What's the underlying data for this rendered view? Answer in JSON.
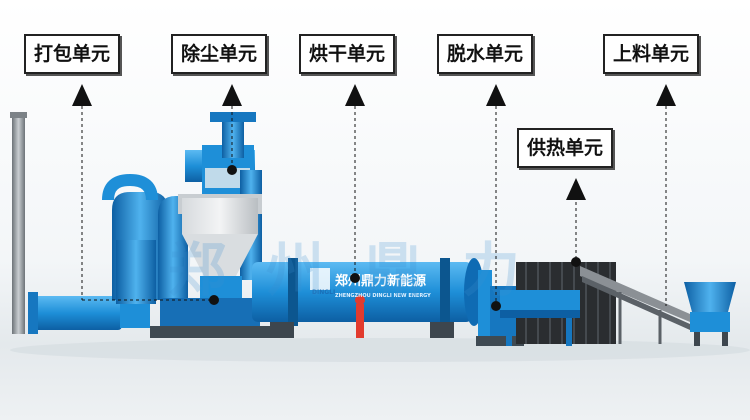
{
  "labels": {
    "packing": "打包单元",
    "dust": "除尘单元",
    "drying": "烘干单元",
    "dewater": "脱水单元",
    "feeding": "上料单元",
    "heating": "供热单元"
  },
  "drum_brand": "郑州鼎力新能源",
  "drum_brand_sub": "ZHENGZHOU DINGLI NEW ENERGY",
  "drum_logo": "DINGLI",
  "watermark": "郑州鼎力",
  "colors": {
    "equipment_blue": "#1e8fd8",
    "label_border": "#222222",
    "arrow": "#111111"
  }
}
